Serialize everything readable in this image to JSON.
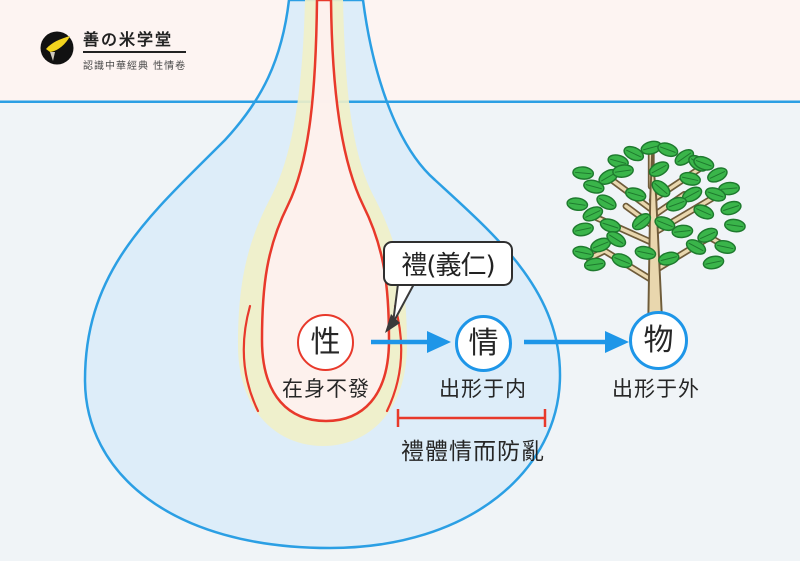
{
  "logo": {
    "icon": "bird-icon",
    "title": "善の米学堂",
    "subtitle": "認識中華經典 性情卷"
  },
  "nodes": [
    {
      "id": "xing",
      "label": "性",
      "caption": "在身不發",
      "border_color": "#e8392b"
    },
    {
      "id": "qing",
      "label": "情",
      "caption": "出形于内",
      "border_color": "#1e96e8"
    },
    {
      "id": "wu",
      "label": "物",
      "caption": "出形于外",
      "border_color": "#1e96e8"
    }
  ],
  "callout": {
    "label": "禮(義仁)"
  },
  "bracket": {
    "label": "禮體情而防亂",
    "color": "#e8392b"
  },
  "illustrations": {
    "tree": "tree-illustration",
    "teardrop": "nested-teardrops"
  },
  "colors": {
    "accent_blue": "#1e96e8",
    "outline_blue": "#2b9fe4",
    "red": "#e8392b",
    "yellow_band": "#f1efc6",
    "bulb_fill": "#ddedf9",
    "pink_fill": "#fdf0ee",
    "top_background": "#fdf4f2",
    "bottom_background": "#f0f4f7",
    "leaf_green": "#3ab54a",
    "trunk_tan": "#e9d7ae"
  }
}
